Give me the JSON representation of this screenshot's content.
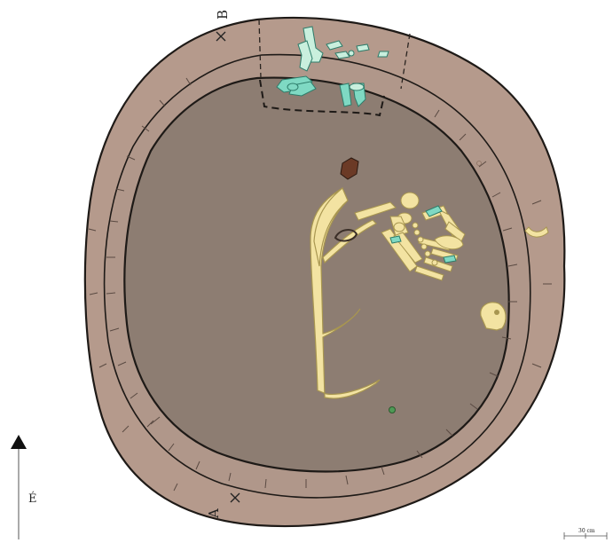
{
  "labels": {
    "section_a": "A",
    "section_b": "B",
    "north": "É",
    "scale": "30 cm"
  },
  "colors": {
    "outer_ring": "#b59a8c",
    "inner_ring": "#b0978a",
    "pit_floor": "#8d7d72",
    "outline": "#1e1a17",
    "bone": "#f3e3a2",
    "bone_stroke": "#a89650",
    "teal_bone": "#7fd9c3",
    "teal_light": "#c9efdd",
    "teal_stroke": "#2d7c6a",
    "pot_sherd": "#6b3a26",
    "green_bead": "#4f9a56"
  },
  "icons": [
    "north-arrow-icon",
    "section-cross-icon"
  ]
}
